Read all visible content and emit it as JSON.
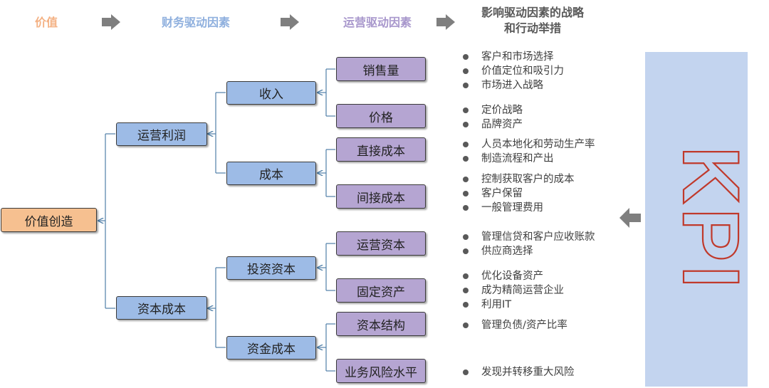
{
  "headers": {
    "value": "价值",
    "financial": "财务驱动因素",
    "operational": "运营驱动因素",
    "strategy_line1": "影响驱动因素的战略",
    "strategy_line2": "和行动举措"
  },
  "colors": {
    "value_header": "#f4b183",
    "financial_header": "#8fb0de",
    "operational_header": "#a897cc",
    "strategy_header": "#595959",
    "kpi_panel": "#c3d4ef",
    "kpi_text_stroke": "#c0392b"
  },
  "nodes": {
    "value_creation": "价值创造",
    "operating_profit": "运营利润",
    "capital_cost": "资本成本",
    "revenue": "收入",
    "cost": "成本",
    "invested_capital": "投资资本",
    "funding_cost": "资金成本",
    "sales_volume": "销售量",
    "price": "价格",
    "direct_cost": "直接成本",
    "indirect_cost": "间接成本",
    "working_capital": "运营资本",
    "fixed_assets": "固定资产",
    "capital_structure": "资本结构",
    "business_risk": "业务风险水平"
  },
  "strategies": {
    "sales_volume": [
      "客户和市场选择",
      "价值定位和吸引力",
      "市场进入战略"
    ],
    "price": [
      "定价战略",
      "品牌资产"
    ],
    "direct_cost": [
      "人员本地化和劳动生产率",
      "制造流程和产出"
    ],
    "indirect_cost": [
      "控制获取客户的成本",
      "客户保留",
      "一般管理费用"
    ],
    "working_capital": [
      "管理信贷和客户应收账款",
      "供应商选择"
    ],
    "fixed_assets": [
      "优化设备资产",
      "成为精简运营企业",
      "利用IT"
    ],
    "capital_structure": [
      "管理负债/资产比率"
    ],
    "business_risk": [
      "发现并转移重大风险"
    ]
  },
  "kpi": {
    "label": "KPI"
  }
}
